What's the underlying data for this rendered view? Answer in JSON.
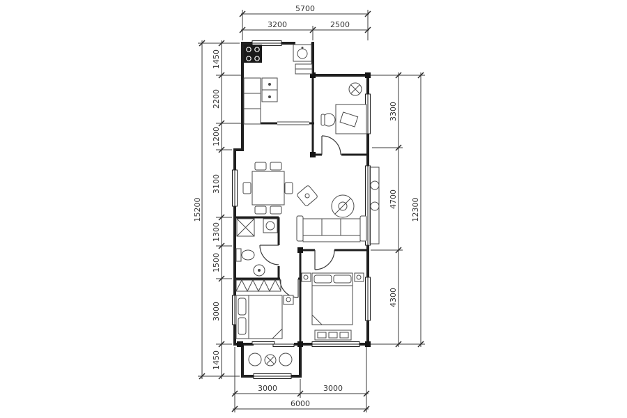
{
  "dims": {
    "top": {
      "total": "5700",
      "segments": [
        "3200",
        "2500"
      ]
    },
    "left": {
      "total": "15200",
      "segments": [
        "1450",
        "2200",
        "1200",
        "3100",
        "1300",
        "1500",
        "3000",
        "1450"
      ]
    },
    "right": {
      "total": "12300",
      "segments": [
        "3300",
        "4700",
        "4300"
      ]
    },
    "bottom": {
      "total": "6000",
      "segments": [
        "3000",
        "3000"
      ]
    }
  },
  "colors": {
    "wall": "#1f1f1f",
    "dimension": "#3a3a3a",
    "background": "#ffffff"
  }
}
